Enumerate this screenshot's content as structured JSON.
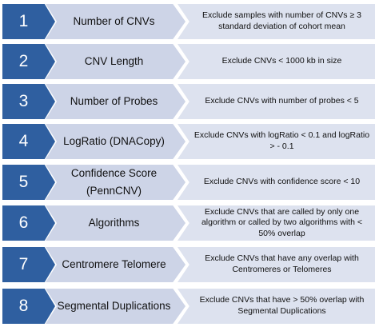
{
  "steps": [
    {
      "number": "1",
      "criterion": "Number of CNVs",
      "description": "Exclude samples with number of CNVs ≥ 3 standard deviation of cohort mean"
    },
    {
      "number": "2",
      "criterion": "CNV Length",
      "description": "Exclude CNVs < 1000 kb in size"
    },
    {
      "number": "3",
      "criterion": "Number of Probes",
      "description": "Exclude CNVs with number of probes < 5"
    },
    {
      "number": "4",
      "criterion": "LogRatio (DNACopy)",
      "description": "Exclude CNVs with logRatio < 0.1 and logRatio > - 0.1"
    },
    {
      "number": "5",
      "criterion": "Confidence Score (PennCNV)",
      "description": "Exclude CNVs with confidence score < 10"
    },
    {
      "number": "6",
      "criterion": "Algorithms",
      "description": "Exclude CNVs that are called by only one algorithm or called by two algorithms with < 50% overlap"
    },
    {
      "number": "7",
      "criterion": "Centromere Telomere",
      "description": "Exclude CNVs that have any overlap with Centromeres or Telomeres"
    },
    {
      "number": "8",
      "criterion": "Segmental Duplications",
      "description": "Exclude CNVs that have > 50% overlap with Segmental Duplications"
    }
  ],
  "colors": {
    "number_arrow": "#2f5fa0",
    "criterion_arrow": "#cdd4e7",
    "description_box": "#dde2ef"
  }
}
